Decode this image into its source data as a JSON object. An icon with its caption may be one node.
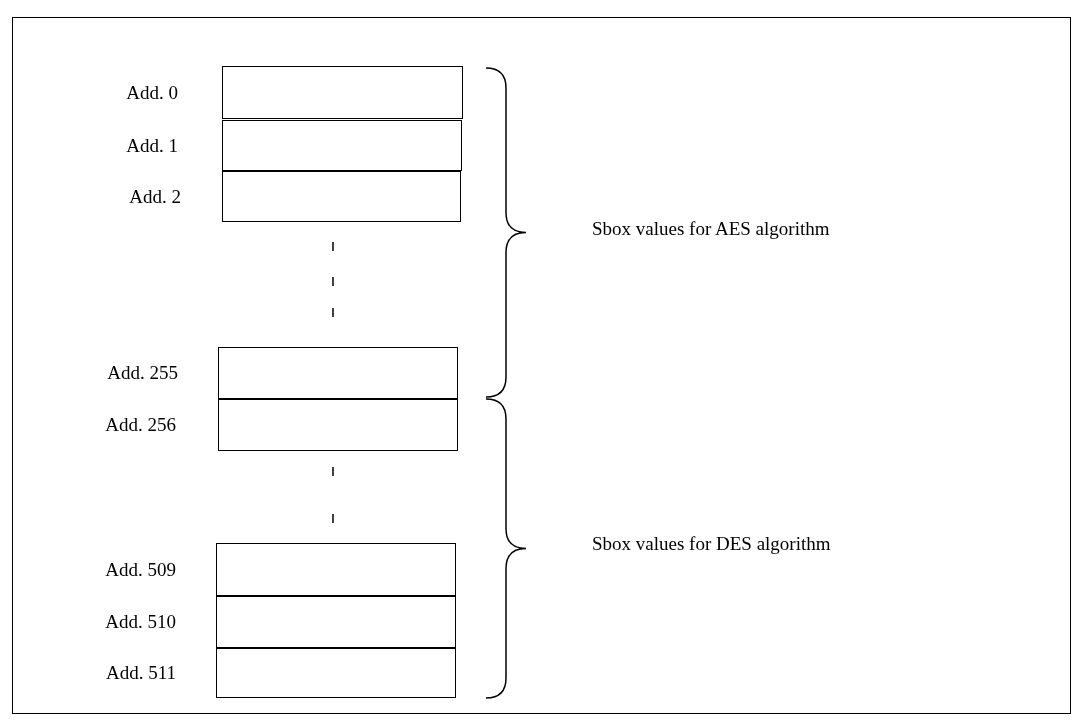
{
  "diagram": {
    "nodes": [
      {
        "text": [],
        "shape": "box",
        "beside": [
          "Add. 0"
        ]
      },
      {
        "text": [],
        "shape": "box",
        "beside": [
          "Add. 1"
        ]
      },
      {
        "text": [],
        "shape": "box",
        "beside": [
          "Add. 2"
        ]
      },
      {
        "text": [],
        "shape": "box",
        "beside": [
          "Add. 255"
        ]
      },
      {
        "text": [],
        "shape": "box",
        "beside": [
          "Add. 256"
        ]
      },
      {
        "text": [],
        "shape": "box",
        "beside": [
          "Add. 509"
        ]
      },
      {
        "text": [],
        "shape": "box",
        "beside": [
          "Add. 510"
        ]
      },
      {
        "text": [],
        "shape": "box",
        "beside": [
          "Add. 511"
        ]
      }
    ],
    "labels": [
      "Sbox values for AES algorithm",
      "Sbox values for DES algorithm"
    ]
  }
}
